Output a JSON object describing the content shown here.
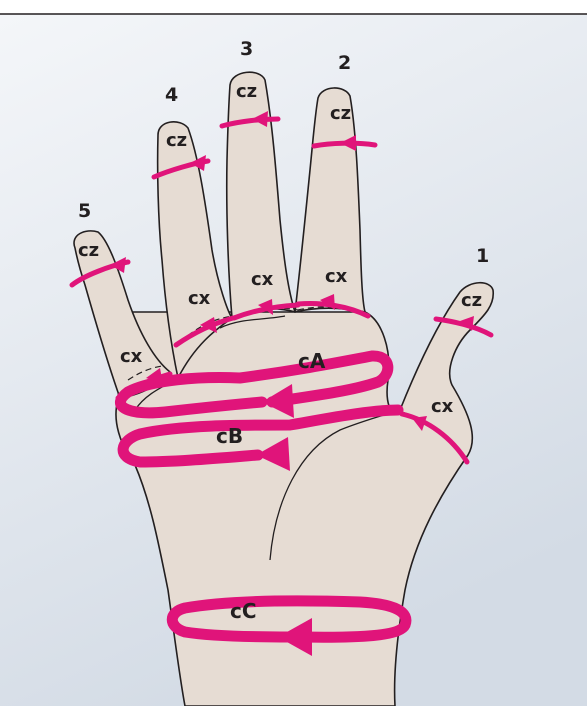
{
  "colors": {
    "background_top": "#f4f6f9",
    "background_bottom": "#d6dde6",
    "skin": "#e6dcd3",
    "outline": "#231f20",
    "band": "#e0147a"
  },
  "fingers": [
    {
      "number": "1",
      "tip": "cz",
      "base": "cx"
    },
    {
      "number": "2",
      "tip": "cz",
      "base": "cx"
    },
    {
      "number": "3",
      "tip": "cz",
      "base": "cx"
    },
    {
      "number": "4",
      "tip": "cz",
      "base": "cx"
    },
    {
      "number": "5",
      "tip": "cz",
      "base": "cx"
    }
  ],
  "palm_bands": {
    "upper": "cA",
    "lower": "cB",
    "wrist": "cC"
  }
}
